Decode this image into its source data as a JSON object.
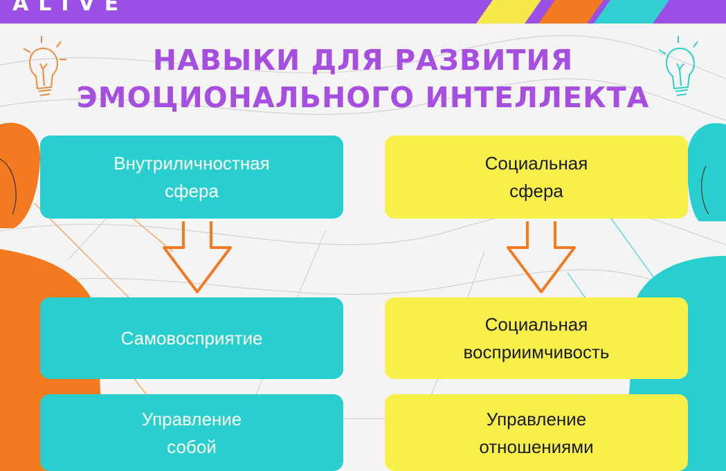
{
  "header": {
    "logo_text": "ALIVE"
  },
  "title": {
    "line1": "НАВЫКИ ДЛЯ РАЗВИТИЯ",
    "line2": "ЭМОЦИОНАЛЬНОГО ИНТЕЛЛЕКТА"
  },
  "left_column": {
    "header": "Внутриличностная\nсфера",
    "items": [
      "Самовосприятие",
      "Управление\nсобой"
    ]
  },
  "right_column": {
    "header": "Социальная\nсфера",
    "items": [
      "Социальная\nвосприимчивость",
      "Управление\nотношениями"
    ]
  },
  "colors": {
    "purple": "#a64ee0",
    "teal": "#29cfcf",
    "yellow": "#f8f04a",
    "orange": "#f47a1f"
  }
}
